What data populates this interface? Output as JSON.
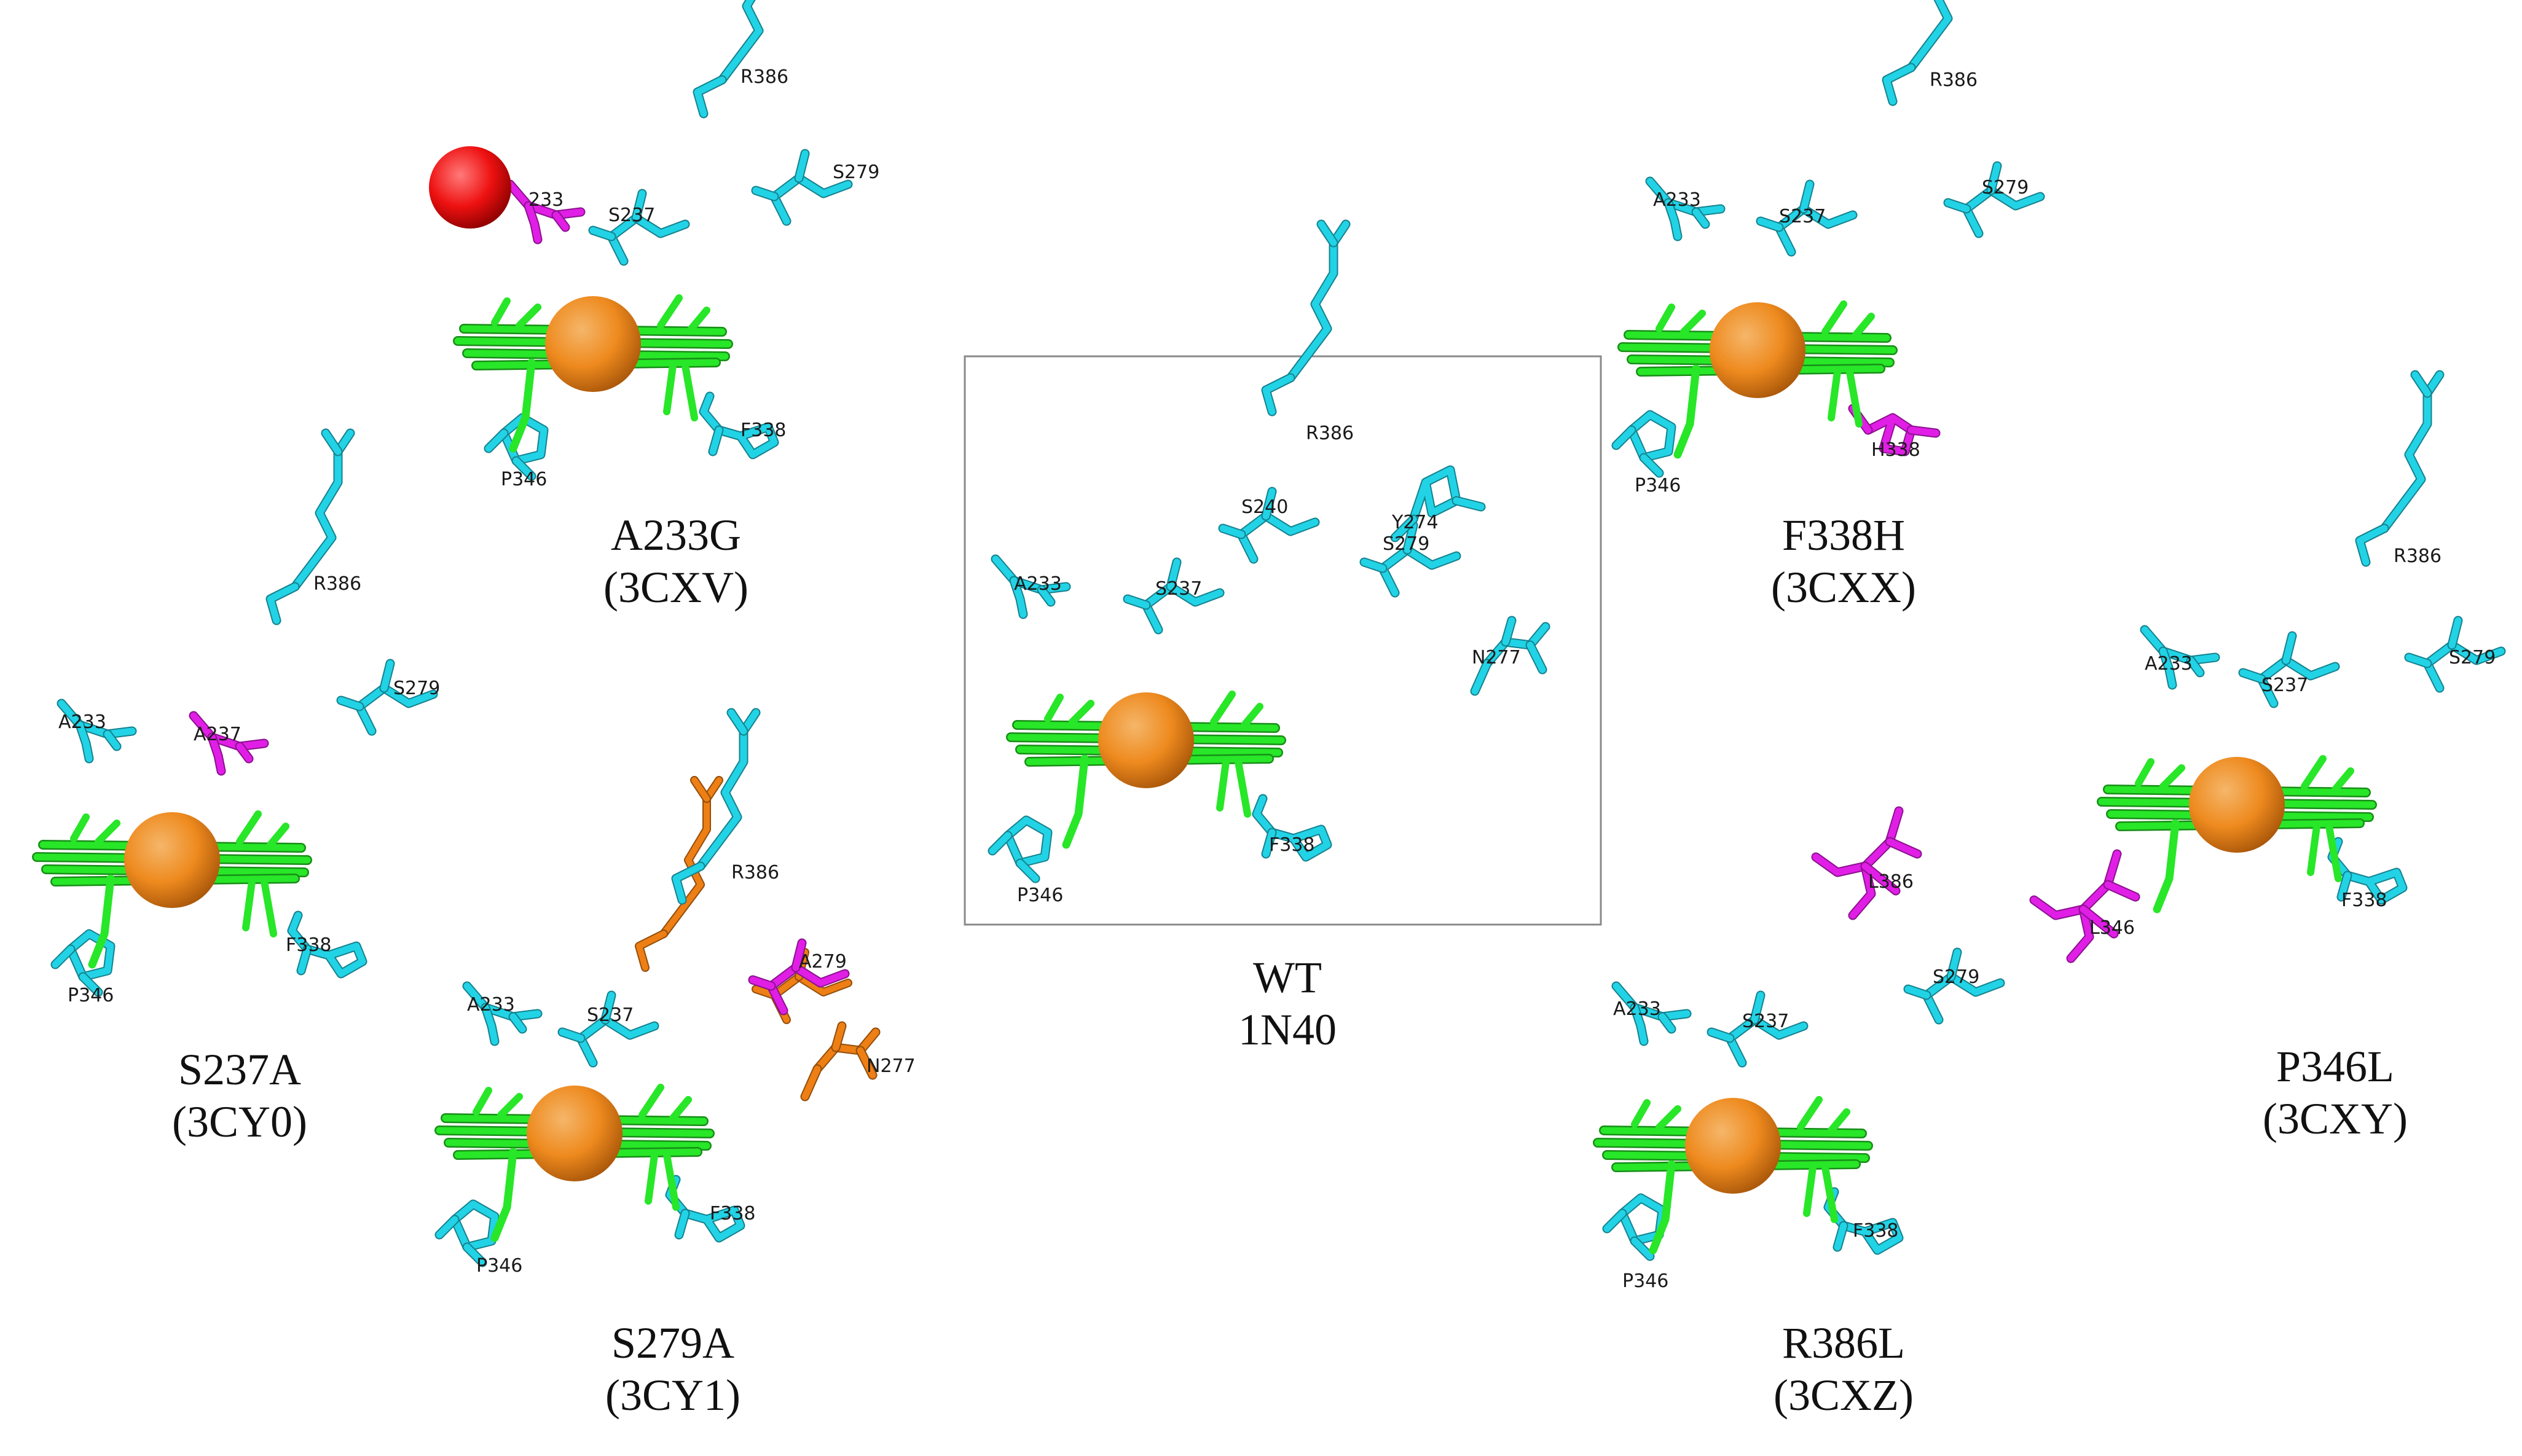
{
  "colors": {
    "residue": "#22d3e6",
    "mutated_residue": "#e11ee6",
    "alternate_conformer": "#ee7f14",
    "heme": "#28e628",
    "iron": "#ee8a1e",
    "water": "#ee1111"
  },
  "panels": [
    {
      "id": "a233g",
      "caption_line1": "A233G",
      "caption_line2": "(3CXV)",
      "residue_labels": [
        "R386",
        "S279",
        "S237",
        "233",
        "F338",
        "P346"
      ],
      "has_water": true
    },
    {
      "id": "s237a",
      "caption_line1": "S237A",
      "caption_line2": "(3CY0)",
      "residue_labels": [
        "R386",
        "S279",
        "A233",
        "A237",
        "F338",
        "P346"
      ]
    },
    {
      "id": "s279a",
      "caption_line1": "S279A",
      "caption_line2": "(3CY1)",
      "residue_labels": [
        "R386",
        "A279",
        "N277",
        "A233",
        "S237",
        "F338",
        "P346"
      ]
    },
    {
      "id": "wt",
      "caption_line1": "WT",
      "caption_line2": "1N40",
      "residue_labels": [
        "R386",
        "S240",
        "S279",
        "Y274",
        "N277",
        "A233",
        "S237",
        "F338",
        "P346"
      ],
      "framed": true
    },
    {
      "id": "f338h",
      "caption_line1": "F338H",
      "caption_line2": "(3CXX)",
      "residue_labels": [
        "R386",
        "A233",
        "S237",
        "S279",
        "H338",
        "P346"
      ]
    },
    {
      "id": "r386l",
      "caption_line1": "R386L",
      "caption_line2": "(3CXZ)",
      "residue_labels": [
        "L386",
        "S279",
        "A233",
        "S237",
        "F338",
        "P346"
      ]
    },
    {
      "id": "p346l",
      "caption_line1": "P346L",
      "caption_line2": "(3CXY)",
      "residue_labels": [
        "R386",
        "A233",
        "S237",
        "S279",
        "L346",
        "F338"
      ]
    }
  ]
}
